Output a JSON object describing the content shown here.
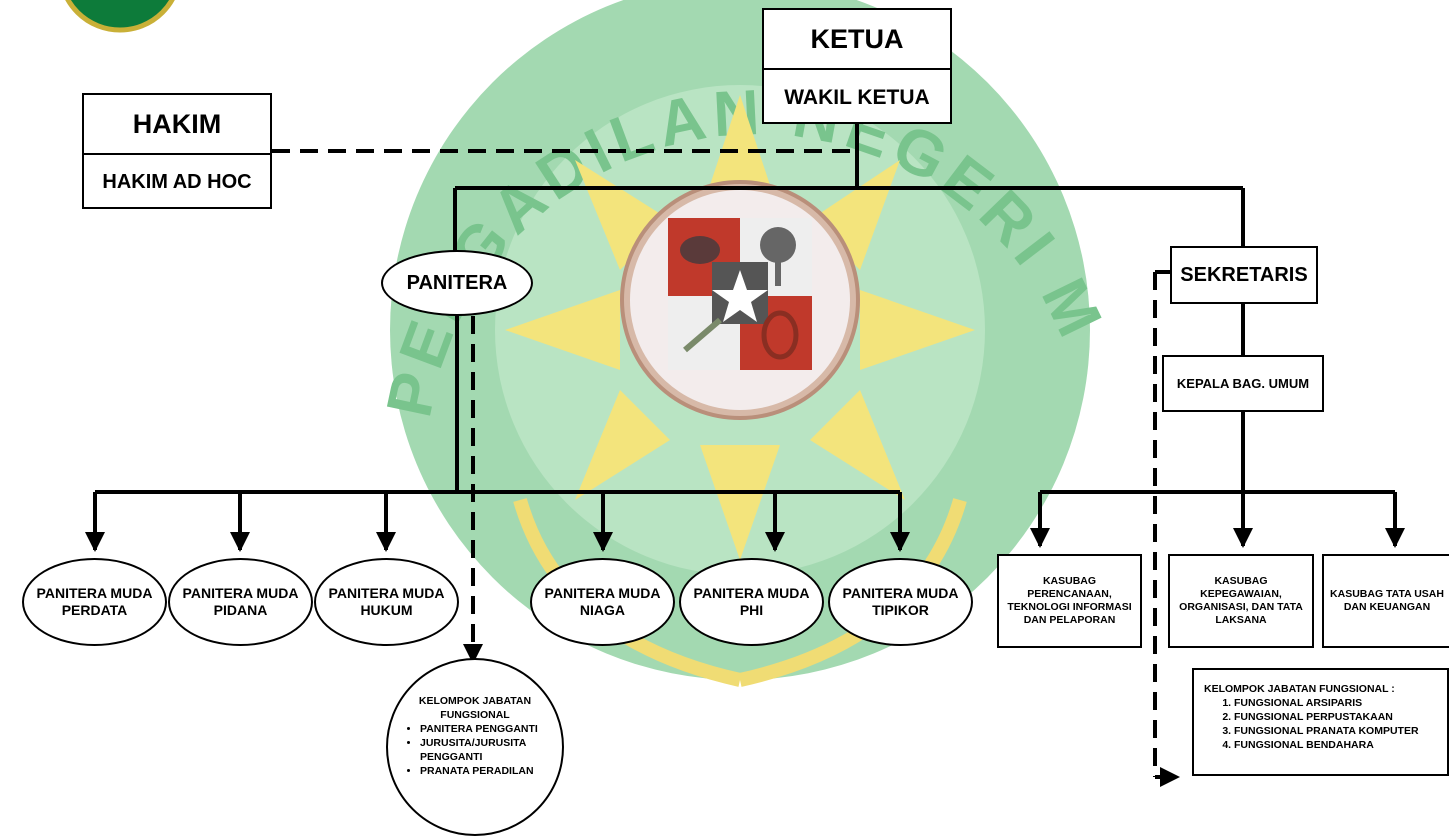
{
  "colors": {
    "watermark_green": "#9bd4a8",
    "watermark_yellow": "#f5e07a",
    "emblem_red": "#c0392b",
    "line": "#000000"
  },
  "watermark": {
    "arc_text": "PENGADILAN NEGERI MAKASSAR",
    "emblem": "garuda-pancasila-shield-icon",
    "logo": "court-logo-icon"
  },
  "top": {
    "ketua": "KETUA",
    "wakil_ketua": "WAKIL KETUA",
    "hakim": "HAKIM",
    "hakim_ad_hoc": "HAKIM AD HOC"
  },
  "panitera": "PANITERA",
  "sekretaris": "SEKRETARIS",
  "kepala_bag_umum": "KEPALA BAG. UMUM",
  "panitera_muda": [
    {
      "line1": "PANITERA MUDA",
      "line2": "PERDATA"
    },
    {
      "line1": "PANITERA MUDA",
      "line2": "PIDANA"
    },
    {
      "line1": "PANITERA MUDA",
      "line2": "HUKUM"
    },
    {
      "line1": "PANITERA MUDA",
      "line2": "NIAGA"
    },
    {
      "line1": "PANITERA MUDA",
      "line2": "PHI"
    },
    {
      "line1": "PANITERA MUDA",
      "line2": "TIPIKOR"
    }
  ],
  "kasubag": [
    {
      "lines": [
        "KASUBAG",
        "PERENCANAAN,",
        "TEKNOLOGI INFORMASI",
        "DAN PELAPORAN"
      ]
    },
    {
      "lines": [
        "KASUBAG",
        "KEPEGAWAIAN,",
        "ORGANISASI, DAN TATA",
        "LAKSANA"
      ]
    },
    {
      "lines": [
        "KASUBAG TATA USAH",
        "DAN KEUANGAN"
      ]
    }
  ],
  "fungsional_panitera": {
    "title_line1": "KELOMPOK JABATAN",
    "title_line2": "FUNGSIONAL",
    "items": [
      "PANITERA PENGGANTI",
      "JURUSITA/JURUSITA PENGGANTI",
      "PRANATA PERADILAN"
    ]
  },
  "fungsional_sekretaris": {
    "title": "KELOMPOK JABATAN FUNGSIONAL :",
    "items": [
      "FUNGSIONAL ARSIPARIS",
      "FUNGSIONAL PERPUSTAKAAN",
      "FUNGSIONAL PRANATA KOMPUTER",
      "FUNGSIONAL BENDAHARA"
    ]
  }
}
